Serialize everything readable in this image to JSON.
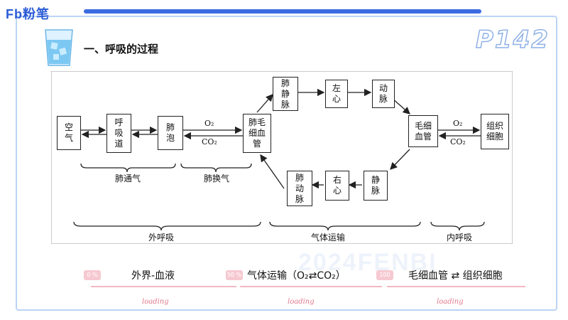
{
  "brand": {
    "logo_text": "Fb粉笔"
  },
  "page_number": "P142",
  "heading": "一、呼吸的过程",
  "diagram": {
    "boxes": {
      "air": "空\n气",
      "airway": "呼\n吸\n道",
      "alveoli": "肺\n泡",
      "lung_capillary": "肺毛\n细血\n管",
      "pulmonary_vein": "肺\n静\n脉",
      "left_atrium": "左\n心",
      "artery": "动\n脉",
      "tissue_capillary": "毛细\n血管",
      "tissue_cell": "组织\n细胞",
      "vein": "静\n脉",
      "right_atrium": "右\n心",
      "pulmonary_artery": "肺\n动\n脉"
    },
    "gas_labels": {
      "o2_left": "O₂",
      "co2_left": "CO₂",
      "o2_right": "O₂",
      "co2_right": "CO₂"
    },
    "brace_labels": {
      "lung_ventilation": "肺通气",
      "gas_exchange": "肺换气",
      "external": "外呼吸",
      "transport": "气体运输",
      "internal": "内呼吸"
    }
  },
  "watermark": "2024FENBI",
  "knowledge_points": [
    {
      "label": "外界-血液",
      "progress": "0 %",
      "status": "loading"
    },
    {
      "label": "气体运输（O₂⇄CO₂）",
      "progress": "50 %",
      "status": "loading"
    },
    {
      "label": "毛细血管 ⇄ 组织细胞",
      "progress": "100 %",
      "status": "loading"
    }
  ]
}
